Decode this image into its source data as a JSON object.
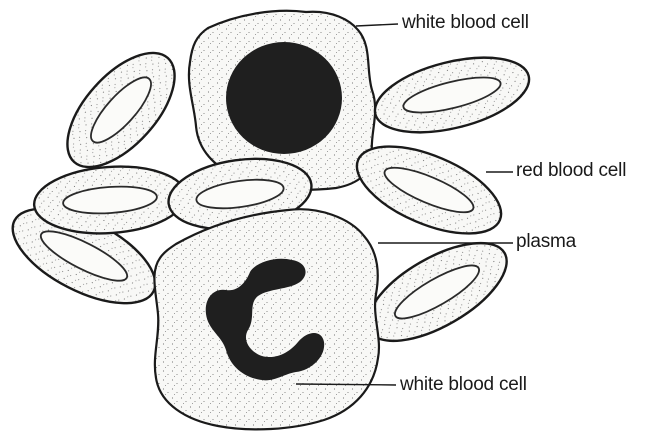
{
  "diagram": {
    "labels": {
      "white_blood_cell_top": "white blood cell",
      "red_blood_cell": "red blood cell",
      "plasma": "plasma",
      "white_blood_cell_bottom": "white blood cell"
    },
    "colors": {
      "outline": "#1a1a1a",
      "cell_fill": "#f7f7f5",
      "nucleus": "#1f1f1f",
      "background": "#ffffff"
    }
  }
}
